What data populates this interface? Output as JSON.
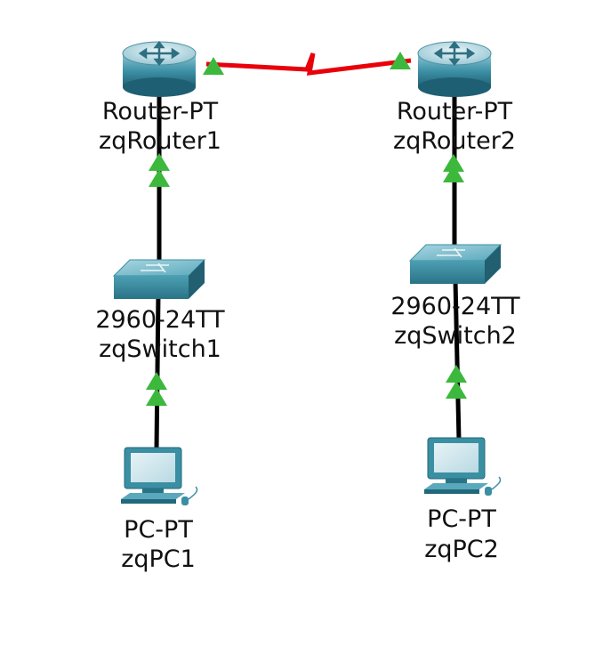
{
  "colors": {
    "ethernet_link": "#000000",
    "serial_link": "#e8000b",
    "link_up_indicator": "#3cb83c",
    "device_teal": "#3b8fa3",
    "label_text": "#111111"
  },
  "devices": {
    "router1": {
      "model": "Router-PT",
      "name": "zqRouter1",
      "icon": "router-icon"
    },
    "router2": {
      "model": "Router-PT",
      "name": "zqRouter2",
      "icon": "router-icon"
    },
    "switch1": {
      "model": "2960-24TT",
      "name": "zqSwitch1",
      "icon": "switch-icon"
    },
    "switch2": {
      "model": "2960-24TT",
      "name": "zqSwitch2",
      "icon": "switch-icon"
    },
    "pc1": {
      "model": "PC-PT",
      "name": "zqPC1",
      "icon": "pc-icon"
    },
    "pc2": {
      "model": "PC-PT",
      "name": "zqPC2",
      "icon": "pc-icon"
    }
  },
  "links": [
    {
      "from": "router1",
      "to": "router2",
      "type": "serial",
      "status": "up"
    },
    {
      "from": "router1",
      "to": "switch1",
      "type": "ethernet",
      "status": "up"
    },
    {
      "from": "switch1",
      "to": "pc1",
      "type": "ethernet",
      "status": "up"
    },
    {
      "from": "router2",
      "to": "switch2",
      "type": "ethernet",
      "status": "up"
    },
    {
      "from": "switch2",
      "to": "pc2",
      "type": "ethernet",
      "status": "up"
    }
  ]
}
